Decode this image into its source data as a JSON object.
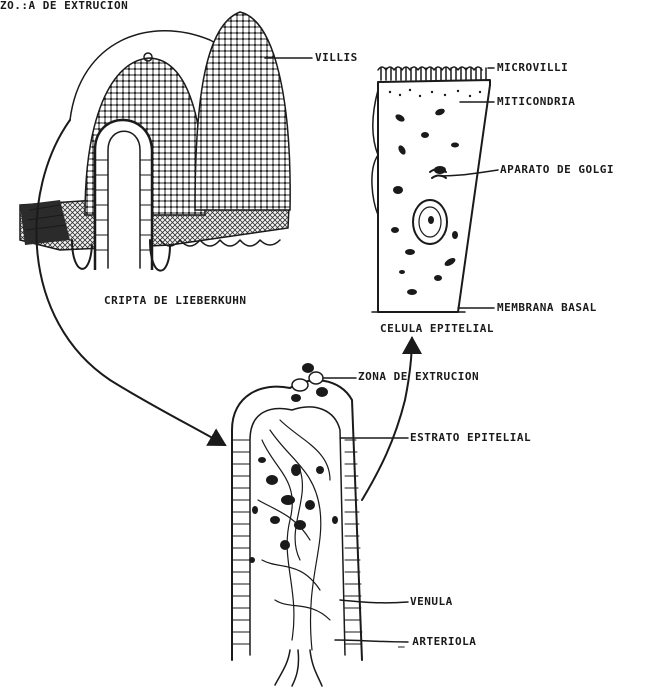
{
  "labels": {
    "zona_top": "ZO.:A DE EXTRUCION",
    "villis": "VILLIS",
    "microvilli": "MICROVILLI",
    "miticondria": "MITICONDRIA",
    "aparato_golgi": "APARATO DE GOLGI",
    "cripta": "CRIPTA DE LIEBERKUHN",
    "membrana_basal": "MEMBRANA BASAL",
    "celula_epitelial": "CELULA EPITELIAL",
    "zona_extrucion": "ZONA DE EXTRUCION",
    "estrato_epitelial": "ESTRATO EPITELIAL",
    "venula": "VENULA",
    "arteriola": "_ ARTΕRIOLA"
  },
  "colors": {
    "ink": "#1a1a1a",
    "background": "#ffffff"
  }
}
